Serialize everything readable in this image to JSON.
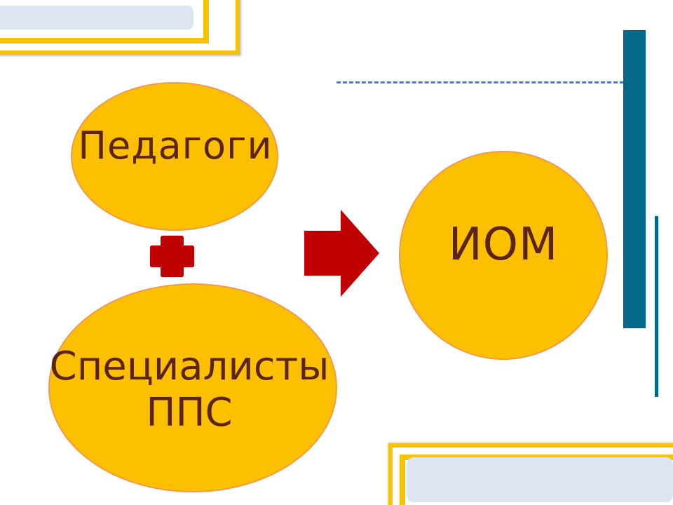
{
  "nodes": {
    "pedagogi": "Педагоги",
    "specialists_line1": "Специалисты",
    "specialists_line2": "ППС",
    "iom": "ИОМ"
  },
  "colors": {
    "node_fill": "#fcc000",
    "node_stroke": "#f09a4e",
    "node_text": "#5b2417",
    "operator_fill": "#c00000",
    "accent_frame": "#f7c300",
    "accent_bar": "#03688a",
    "dashed_line": "#4f81bd"
  },
  "operators": {
    "plus": "plus",
    "arrow": "right-arrow"
  }
}
